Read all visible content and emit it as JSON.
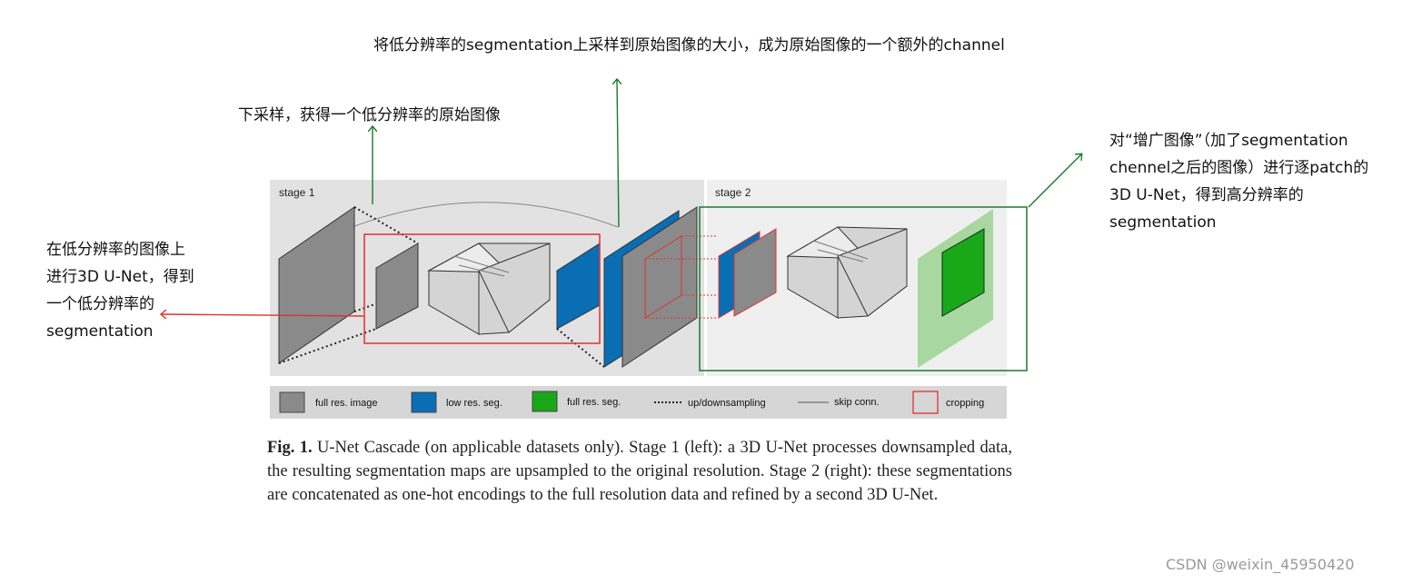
{
  "annotations": {
    "top": "将低分辨率的segmentation上采样到原始图像的大小，成为原始图像的一个额外的channel",
    "downsample": "下采样，获得一个低分辨率的原始图像",
    "left": [
      "在低分辨率的图像上",
      "进行3D U-Net，得到",
      "一个低分辨率的",
      "segmentation"
    ],
    "right": [
      "对“增广图像”（加了segmentation",
      "chennel之后的图像）进行逐patch的",
      "3D U-Net，得到高分辨率的",
      "segmentation"
    ]
  },
  "figure": {
    "stage1": "stage 1",
    "stage2": "stage 2",
    "legend": {
      "full_res_image": "full res. image",
      "low_res_seg": "low res. seg.",
      "full_res_seg": "full res. seg.",
      "updown": "up/downsampling",
      "skip": "skip conn.",
      "cropping": "cropping"
    }
  },
  "caption": {
    "label": "Fig. 1.",
    "text": " U-Net Cascade (on applicable datasets only). Stage 1 (left): a 3D U-Net processes downsampled data, the resulting segmentation maps are upsampled to the original resolution. Stage 2 (right): these segmentations are concatenated as one-hot encodings to the full resolution data and refined by a second 3D U-Net."
  },
  "watermark": "CSDN @weixin_45950420",
  "colors": {
    "image_gray": "#8a8a8a",
    "low_res_seg": "#0a6eb4",
    "full_res_seg": "#18a818",
    "full_res_seg_bg": "#a8d8a0",
    "crop_red": "#e03030",
    "annot_green": "#1a7a2e",
    "annot_red": "#e03030"
  }
}
